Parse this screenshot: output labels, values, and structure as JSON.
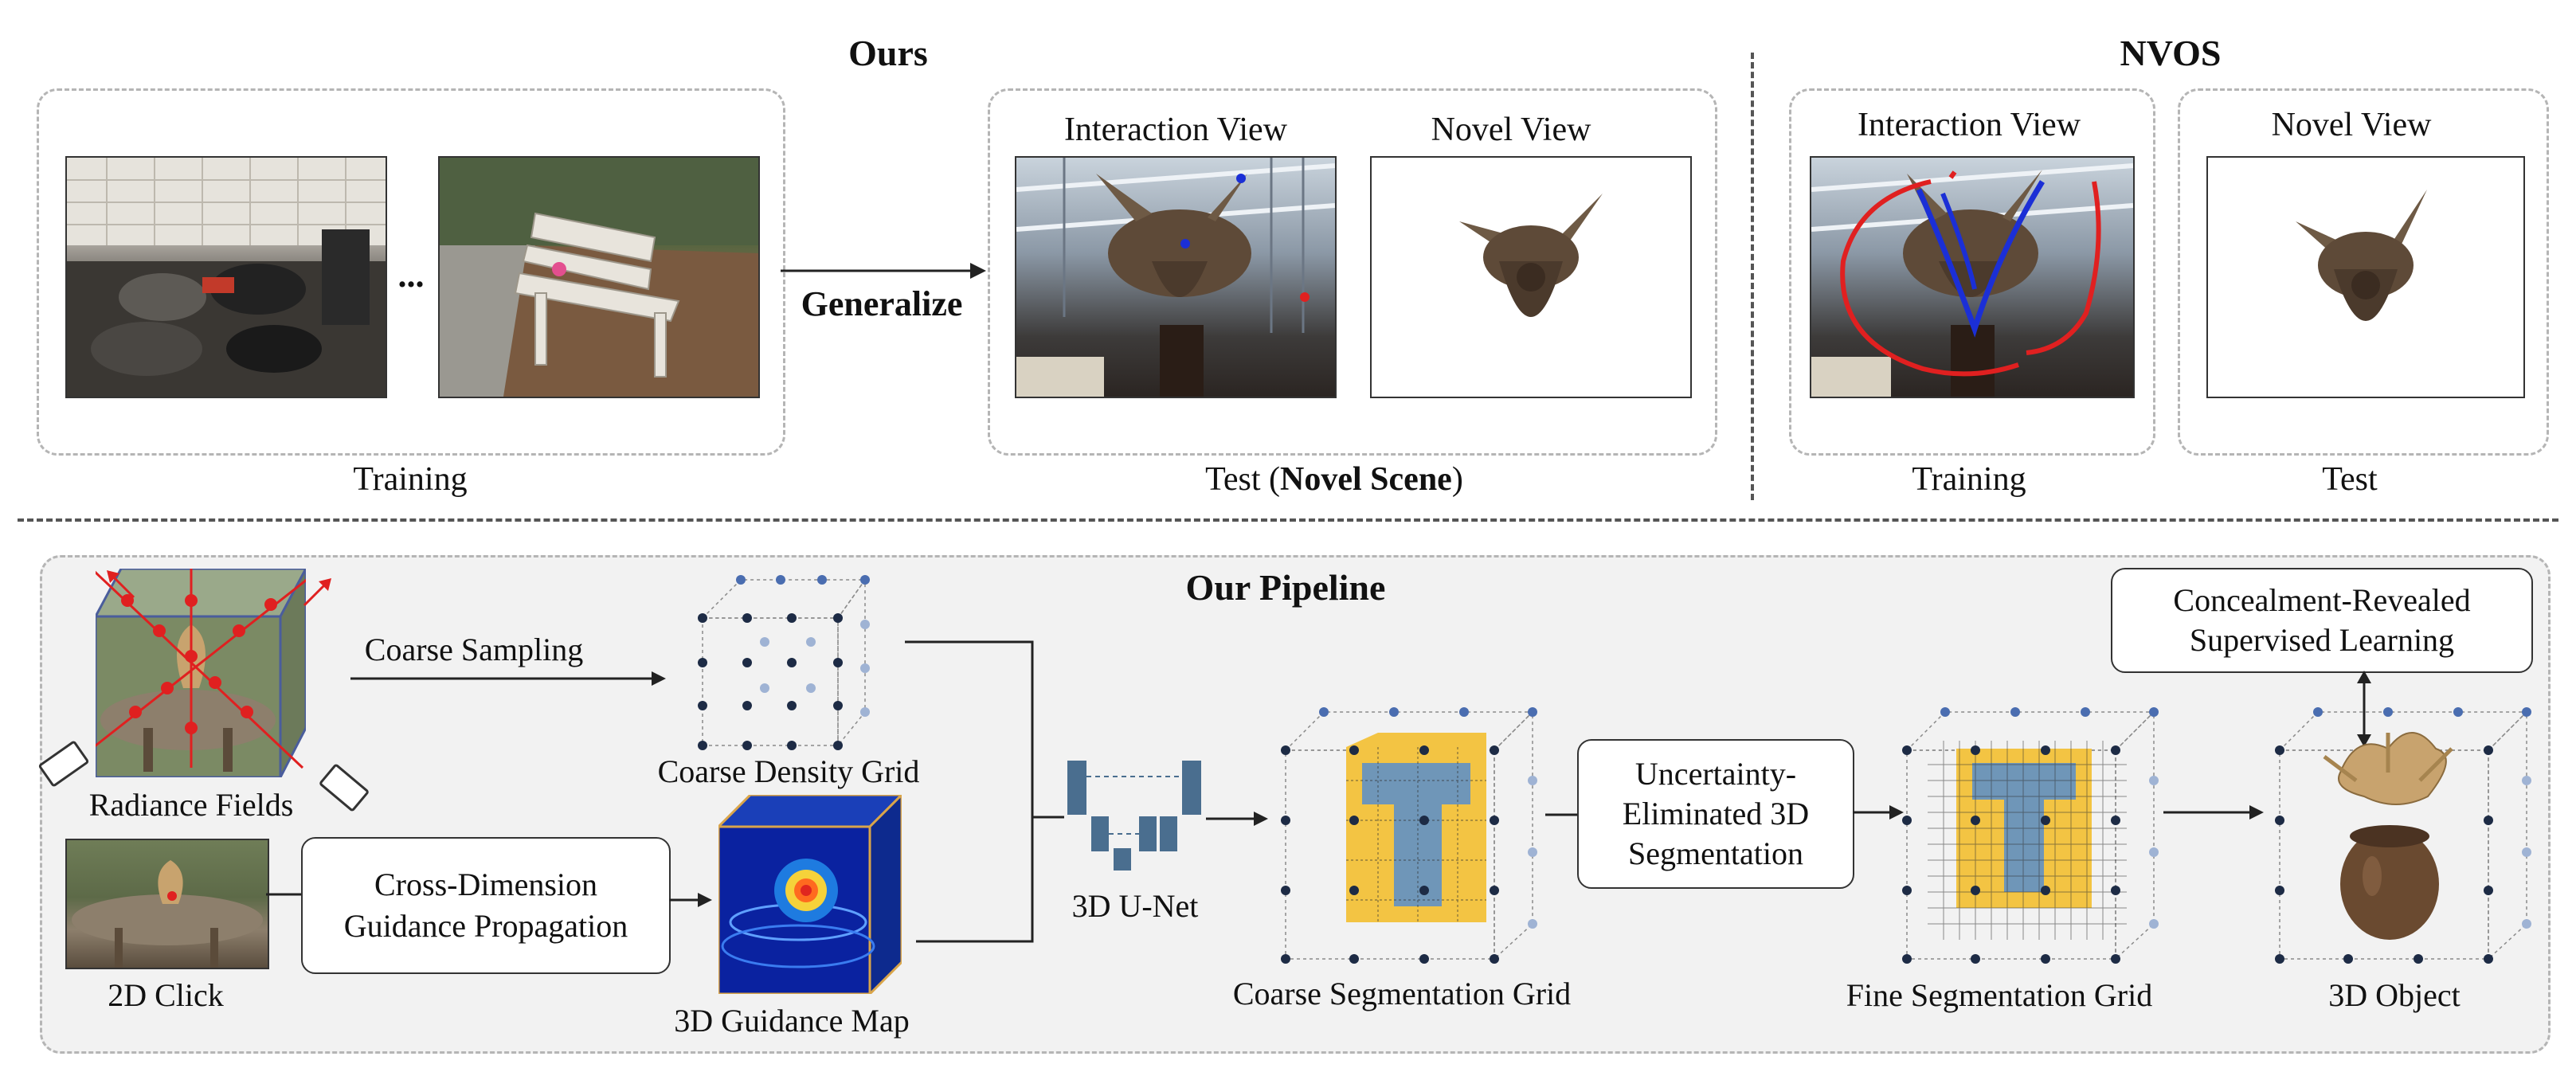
{
  "top": {
    "ours_title": "Ours",
    "nvos_title": "NVOS",
    "training_label": "Training",
    "ellipsis": "...",
    "generalize_label": "Generalize",
    "test_label_prefix": "Test (",
    "test_label_bold": "Novel Scene",
    "test_label_suffix": ")",
    "interaction_view_label": "Interaction View",
    "novel_view_label": "Novel View",
    "nvos_interaction_view_label": "Interaction View",
    "nvos_novel_view_label": "Novel View",
    "nvos_training_label": "Training",
    "nvos_test_label": "Test"
  },
  "pipeline": {
    "title": "Our Pipeline",
    "radiance_fields": "Radiance Fields",
    "coarse_sampling": "Coarse Sampling",
    "coarse_density_grid": "Coarse Density Grid",
    "click_2d": "2D Click",
    "cross_dimension_line1": "Cross-Dimension",
    "cross_dimension_line2": "Guidance Propagation",
    "guidance_map": "3D Guidance Map",
    "unet": "3D U-Net",
    "coarse_seg_grid": "Coarse Segmentation Grid",
    "uncertainty_line1": "Uncertainty-",
    "uncertainty_line2": "Eliminated 3D",
    "uncertainty_line3": "Segmentation",
    "fine_seg_grid": "Fine Segmentation Grid",
    "concealment_line1": "Concealment-Revealed",
    "concealment_line2": "Supervised Learning",
    "object_3d": "3D Object"
  },
  "colors": {
    "accent_red": "#e02020",
    "stroke_blue": "#1b2fd6",
    "seg_yellow": "#f3c443",
    "seg_blue": "#6f96b8",
    "unet_blue": "#4a6e8f",
    "dot_dark": "#1d2b45",
    "dot_light": "#9fb3d4",
    "panel_gray": "#f2f2f2"
  }
}
